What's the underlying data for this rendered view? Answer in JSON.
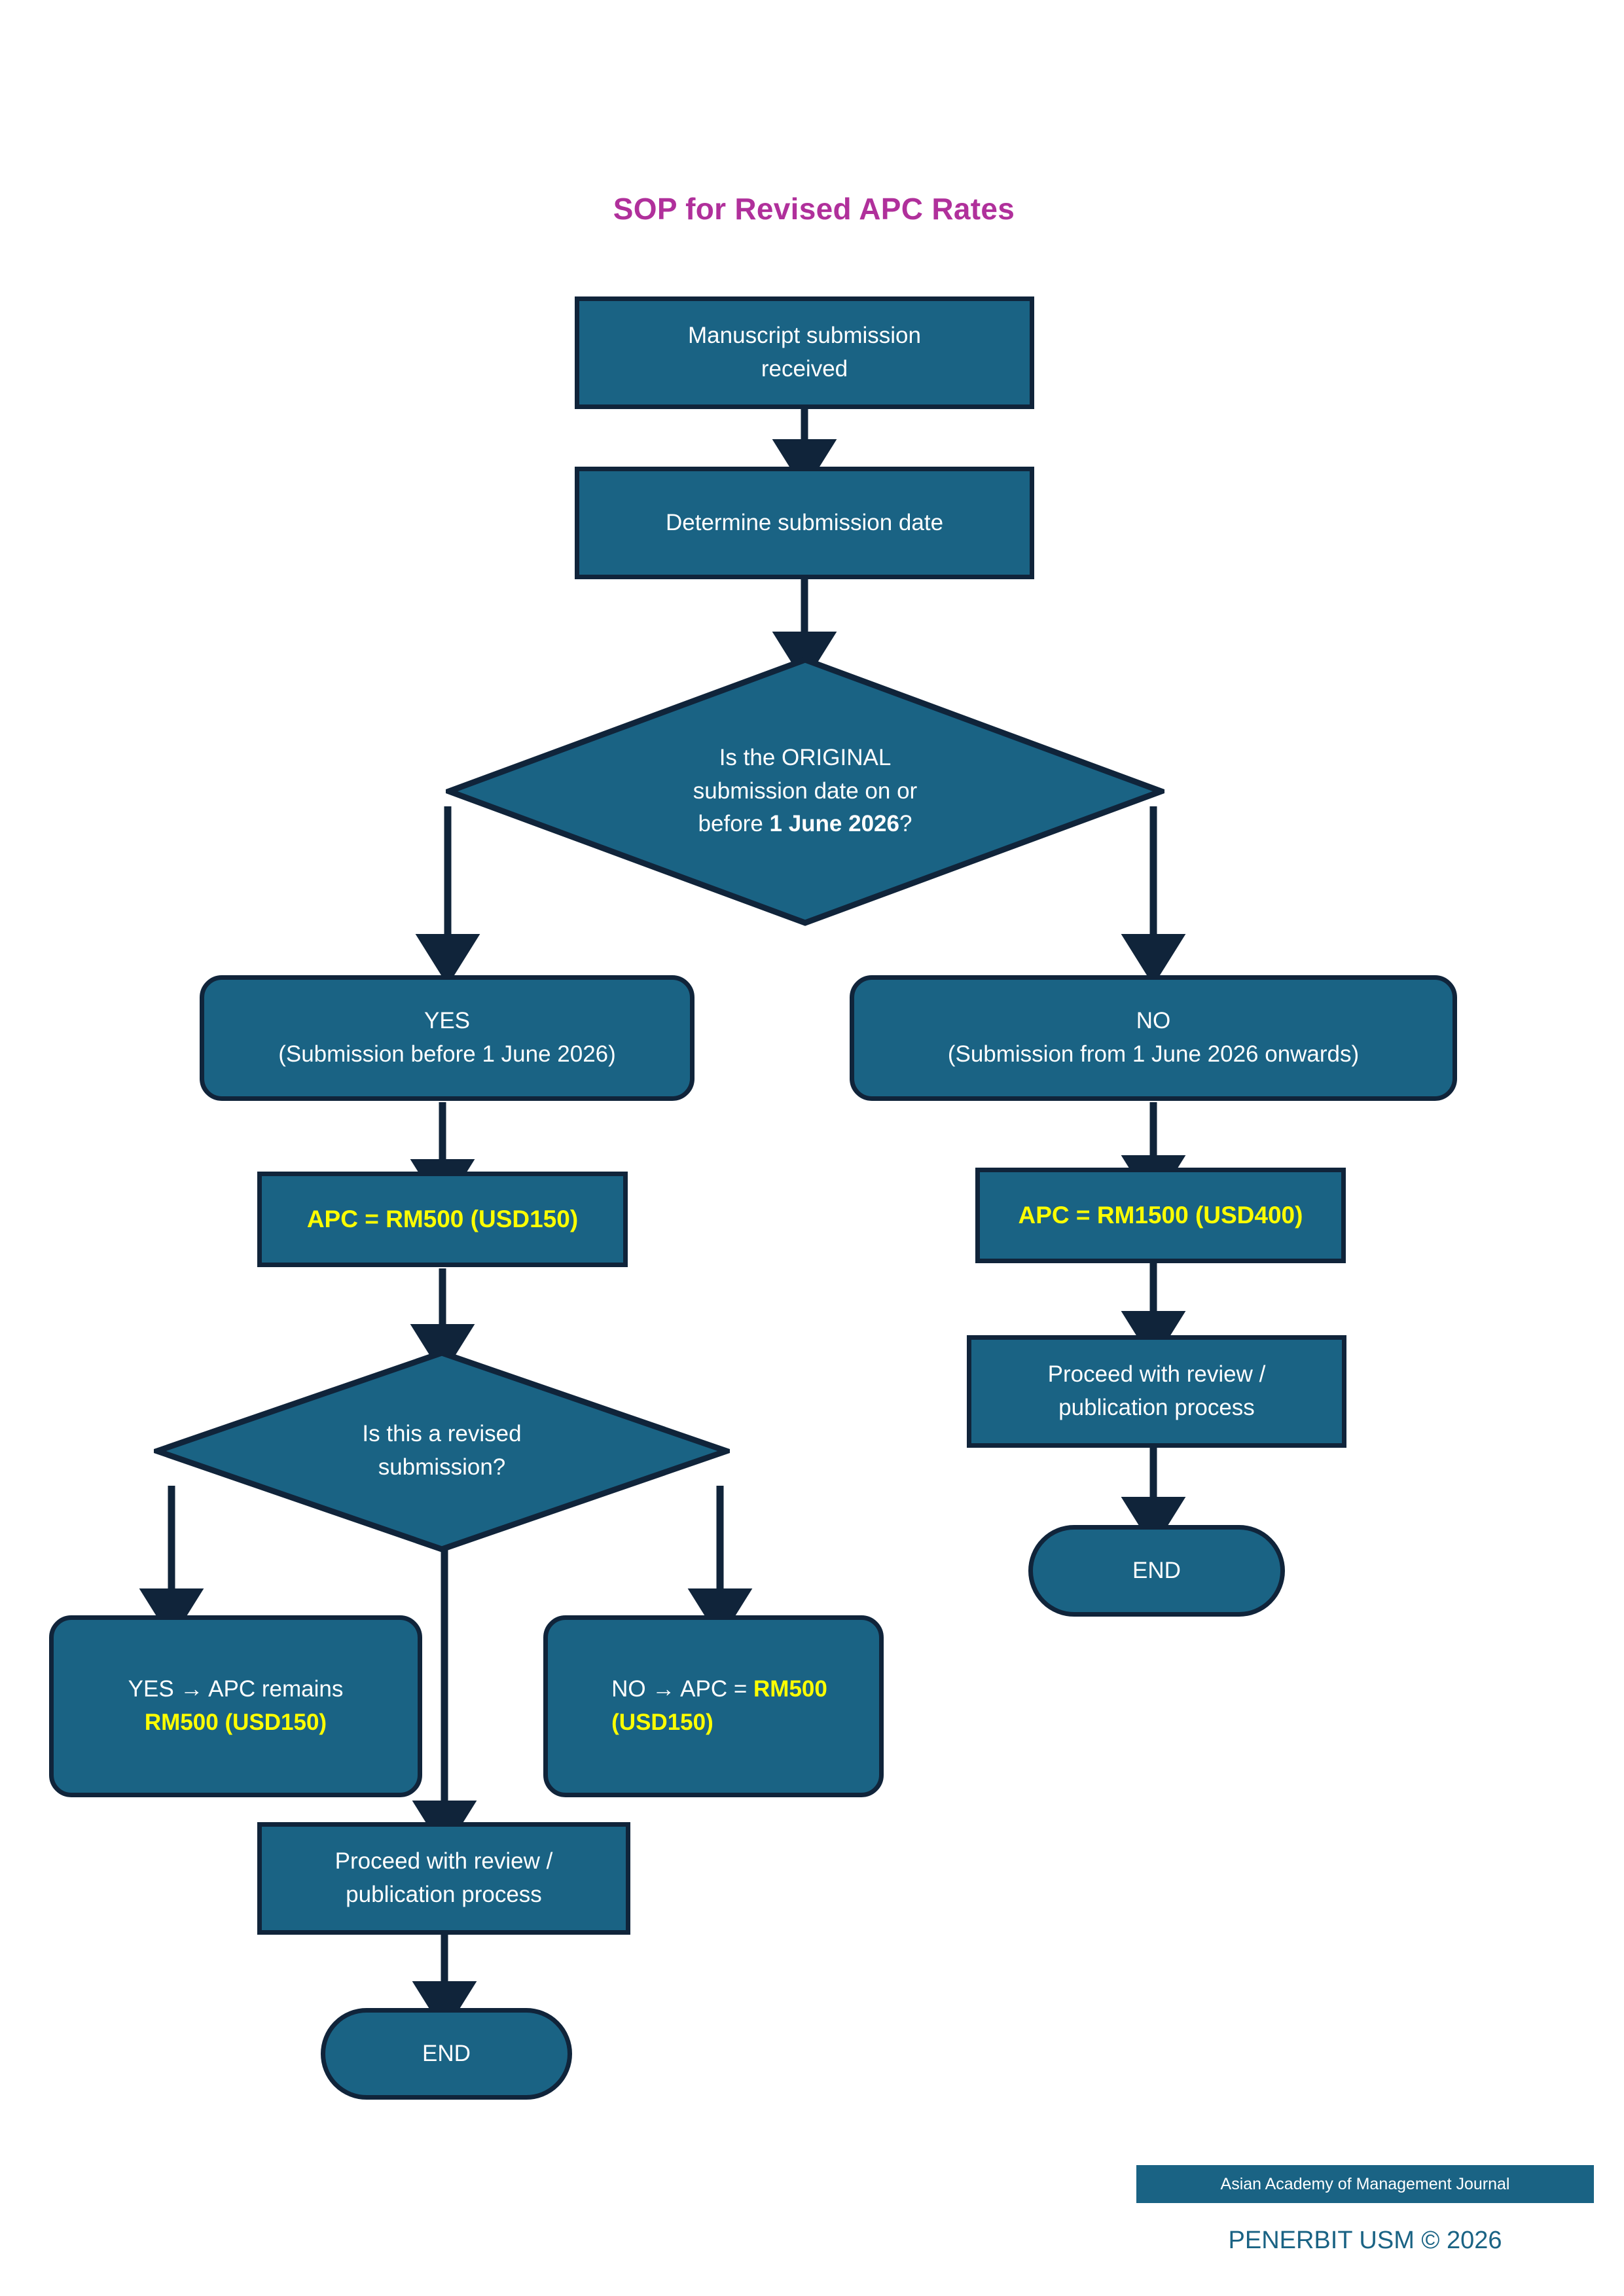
{
  "document": {
    "title": "SOP for Revised APC Rates",
    "title_color": "#B0309B",
    "node_fill": "#1A6384",
    "node_border": "#10243A",
    "highlight_color": "#FFFF00",
    "text_color": "#FFFFFF",
    "connector_color": "#10243A",
    "background": "#FFFFFF"
  },
  "flowchart": {
    "type": "flowchart",
    "nodes": {
      "start": {
        "shape": "rectangle",
        "text_line1": "Manuscript submission",
        "text_line2": "received"
      },
      "determine_date": {
        "shape": "rectangle",
        "text": "Determine submission date"
      },
      "decision_original_date": {
        "shape": "diamond",
        "text_line1": "Is the ORIGINAL",
        "text_line2": "submission date on or",
        "text_line3_prefix": "before ",
        "text_line3_bold": "1 June 2026",
        "text_line3_suffix": "?"
      },
      "branch_yes": {
        "shape": "rounded-rectangle",
        "text_line1": "YES",
        "text_line2": "(Submission before 1 June 2026)"
      },
      "branch_no": {
        "shape": "rounded-rectangle",
        "text_line1": "NO",
        "text_line2": "(Submission from 1 June 2026 onwards)"
      },
      "apc_500": {
        "shape": "rectangle",
        "text": "APC = RM500 (USD150)",
        "highlighted": true
      },
      "apc_1500": {
        "shape": "rectangle",
        "text": "APC = RM1500 (USD400)",
        "highlighted": true
      },
      "decision_revised": {
        "shape": "diamond",
        "text_line1": "Is this a revised",
        "text_line2": "submission?"
      },
      "revised_yes": {
        "shape": "rounded-rectangle",
        "text_line1_plain": "YES → APC remains",
        "text_line2_highlight": "RM500 (USD150)"
      },
      "revised_no": {
        "shape": "rounded-rectangle",
        "text_line1_plain": "NO → APC = ",
        "text_line1_highlight": "RM500",
        "text_line2_highlight": "(USD150)"
      },
      "proceed_left": {
        "shape": "rectangle",
        "text_line1": "Proceed with review /",
        "text_line2": "publication process"
      },
      "proceed_right": {
        "shape": "rectangle",
        "text_line1": "Proceed with review /",
        "text_line2": "publication process"
      },
      "end_left": {
        "shape": "pill",
        "text": "END"
      },
      "end_right": {
        "shape": "pill",
        "text": "END"
      }
    }
  },
  "footer": {
    "banner_text": "Asian Academy of Management Journal",
    "copyright": "PENERBIT USM © 2026"
  }
}
